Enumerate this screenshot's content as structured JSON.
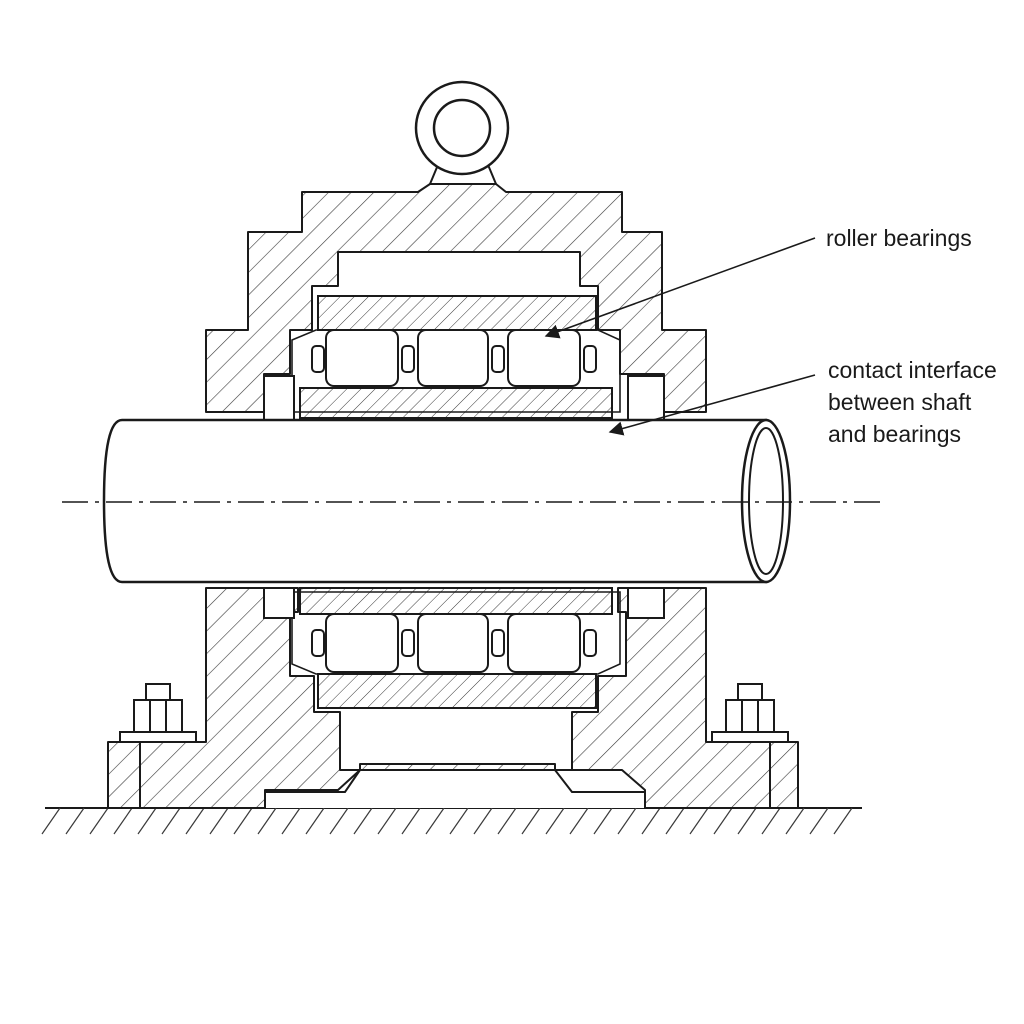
{
  "labels": {
    "roller_bearings": "roller bearings",
    "contact_interface": [
      "contact interface",
      "between shaft",
      "and bearings"
    ]
  }
}
